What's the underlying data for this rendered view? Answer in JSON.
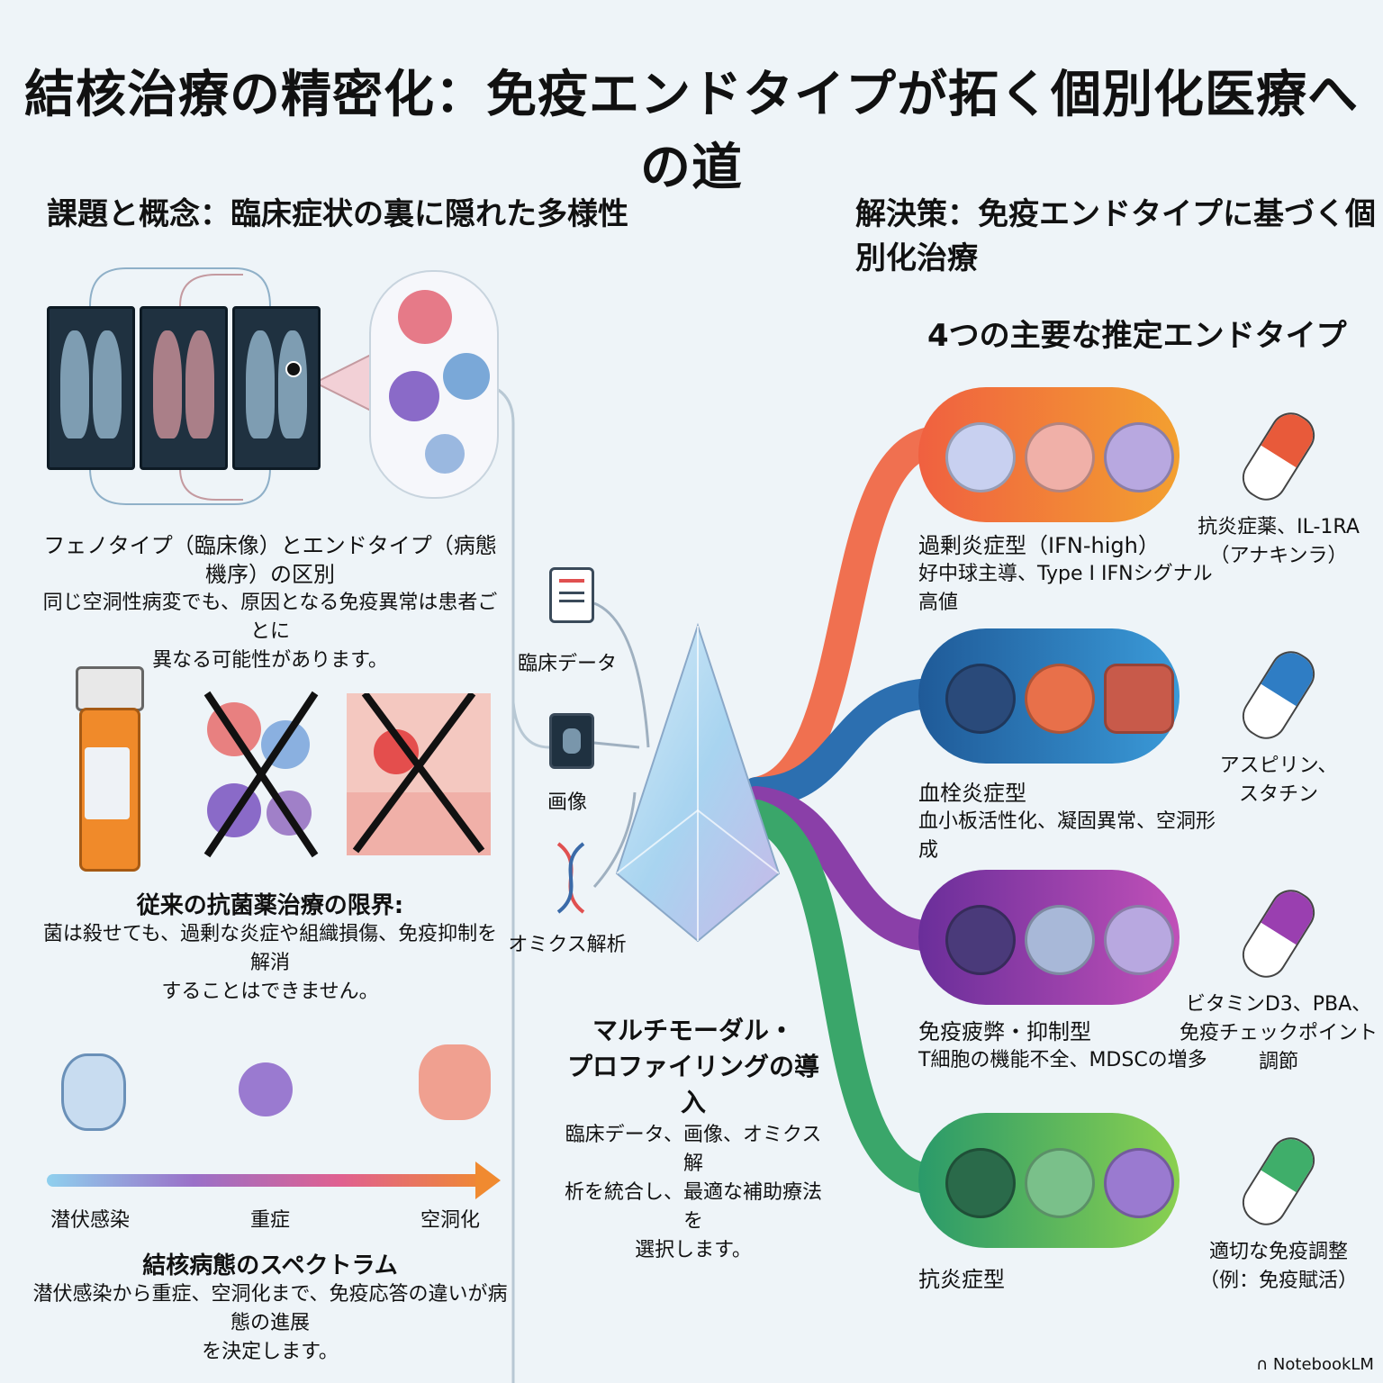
{
  "title": "結核治療の精密化：免疫エンドタイプが拓く個別化医療への道",
  "left_header": "課題と概念：臨床症状の裏に隠れた多様性",
  "right_header": "解決策：免疫エンドタイプに基づく個別化治療",
  "phenotype": {
    "heading": "フェノタイプ（臨床像）とエンドタイプ（病態機序）の区別",
    "line1": "同じ空洞性病変でも、原因となる免疫異常は患者ごとに",
    "line2": "異なる可能性があります。"
  },
  "antibiotic": {
    "heading": "従来の抗菌薬治療の限界:",
    "line1": "菌は殺せても、過剰な炎症や組織損傷、免疫抑制を解消",
    "line2": "することはできません。"
  },
  "spectrum": {
    "stages": [
      "潜伏感染",
      "重症",
      "空洞化"
    ],
    "heading": "結核病態のスペクトラム",
    "line1": "潜伏感染から重症、空洞化まで、免疫応答の違いが病態の進展",
    "line2": "を決定します。"
  },
  "inputs": {
    "clinical": "臨床データ",
    "imaging": "画像",
    "omics": "オミクス解析"
  },
  "multimodal": {
    "heading1": "マルチモーダル・",
    "heading2": "プロファイリングの導入",
    "line1": "臨床データ、画像、オミクス解",
    "line2": "析を統合し、最適な補助療法を",
    "line3": "選択します。"
  },
  "endotypes_heading": "4つの主要な推定エンドタイプ",
  "endotypes": [
    {
      "name": "過剰炎症型（IFN-high）",
      "desc": "好中球主導、Type I IFNシグナル高値",
      "drug1": "抗炎症薬、IL-1RA",
      "drug2": "（アナキンラ）",
      "drug3": "",
      "color": "#f07a3a"
    },
    {
      "name": "血栓炎症型",
      "desc": "血小板活性化、凝固異常、空洞形成",
      "drug1": "アスピリン、",
      "drug2": "スタチン",
      "drug3": "",
      "color": "#2f7dc4"
    },
    {
      "name": "免疫疲弊・抑制型",
      "desc": "T細胞の機能不全、MDSCの増多",
      "drug1": "ビタミンD3、PBA、",
      "drug2": "免疫チェックポイント",
      "drug3": "調節",
      "color": "#9a3fb0"
    },
    {
      "name": "抗炎症型",
      "desc": "",
      "drug1": "適切な免疫調整",
      "drug2": "（例：免疫賦活）",
      "drug3": "",
      "color": "#3fae6a"
    }
  ],
  "logo": "NotebookLM"
}
